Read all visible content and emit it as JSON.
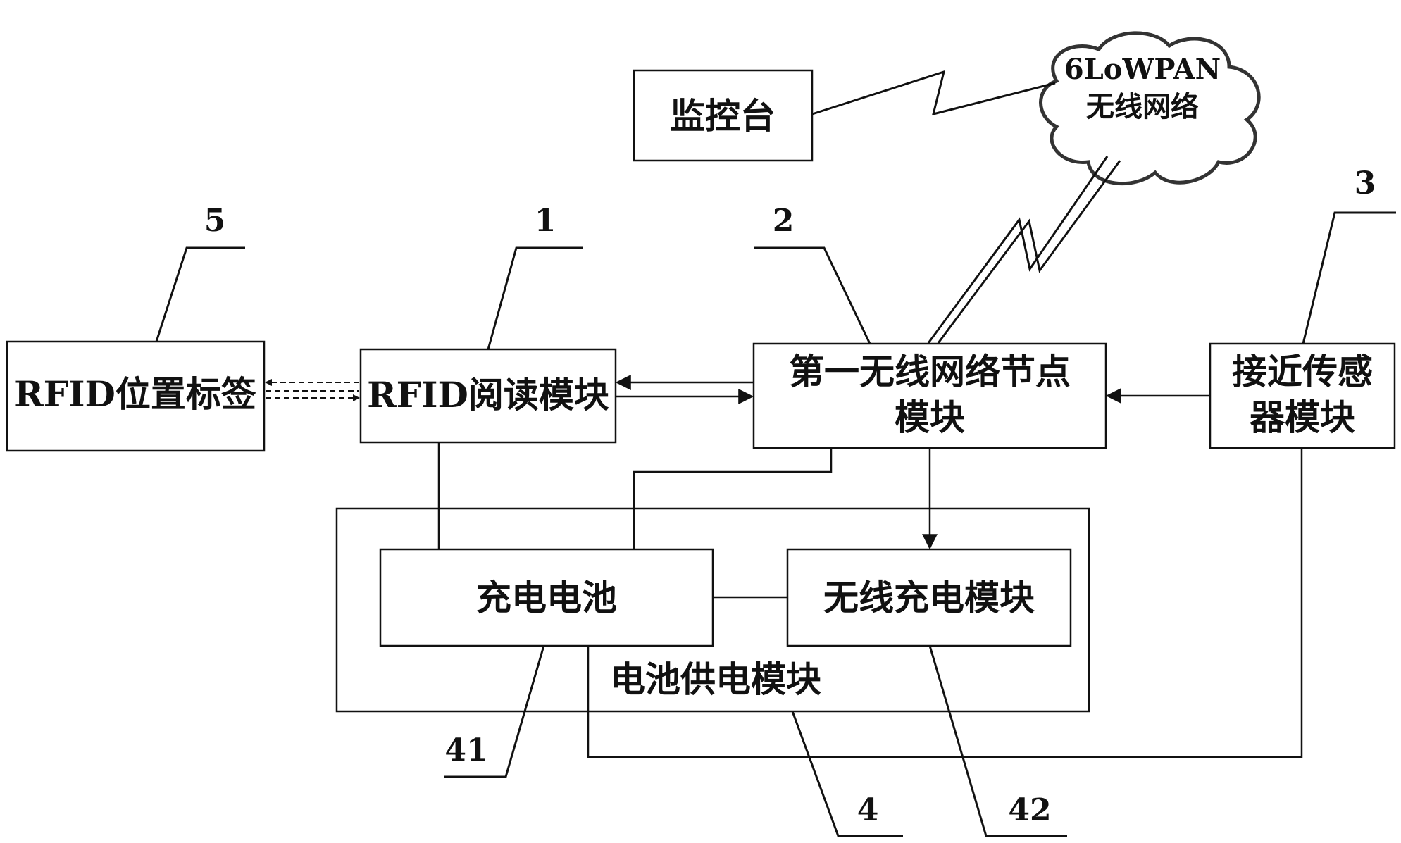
{
  "modules": {
    "monitor": "监控台",
    "network_line1": "6LoWPAN",
    "network_line2": "无线网络",
    "rfid_tag": "RFID位置标签",
    "rfid_reader": "RFID阅读模块",
    "node_line1": "第一无线网络节点",
    "node_line2": "模块",
    "sensor_line1": "接近传感",
    "sensor_line2": "器模块",
    "battery": "充电电池",
    "wireless_charging": "无线充电模块",
    "power_supply": "电池供电模块"
  },
  "refs": {
    "tag": "5",
    "reader": "1",
    "node": "2",
    "sensor": "3",
    "power_supply": "4",
    "battery": "41",
    "wireless_charging": "42"
  },
  "colors": {
    "line": "#111111",
    "background": "#ffffff",
    "cloud_outline": "#333333"
  }
}
